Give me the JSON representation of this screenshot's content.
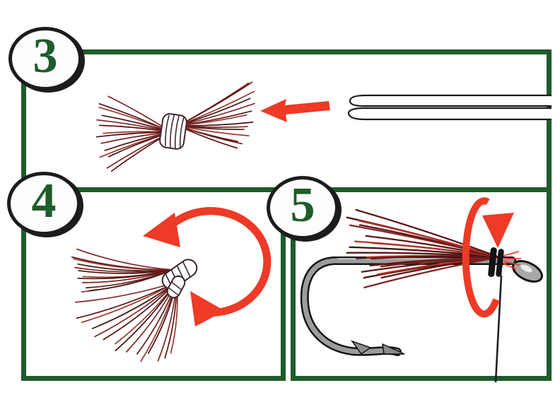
{
  "steps": [
    {
      "number": "3",
      "illustration": "fiber-bundle-tied-with-thread-wraps",
      "icons": [
        "left-arrow-icon",
        "hair-stacker-tool"
      ]
    },
    {
      "number": "4",
      "illustration": "fibers-folded-back-around-wrap",
      "icons": [
        "rotate-arrow-icon"
      ]
    },
    {
      "number": "5",
      "illustration": "fiber-bundle-lashed-to-hook-shank",
      "icons": [
        "wrap-rotation-arrow-icon",
        "hanging-tying-thread"
      ]
    }
  ],
  "colors": {
    "panel_border": "#1e5b2b",
    "step_number": "#1f5c2b",
    "badge_outline": "#1c1c1c",
    "arrow_red": "#ee3a26",
    "outline_black": "#161616",
    "fiber_dark": "#5c1515",
    "fiber_mid": "#7d2424",
    "fiber_light": "#963a30",
    "fiber_deep": "#461010",
    "fiber_bright": "#b03226",
    "hook_gray": "#9c9c9c",
    "thread_black": "#202020",
    "background": "#ffffff"
  }
}
